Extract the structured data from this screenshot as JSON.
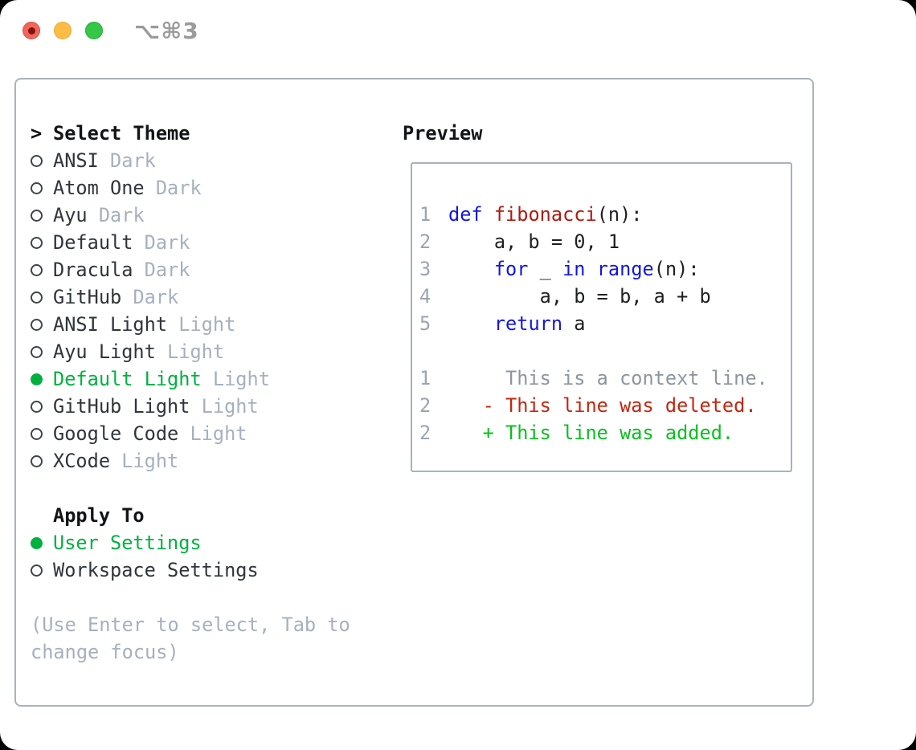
{
  "window": {
    "title": "⌥⌘3",
    "traffic_lights": [
      {
        "name": "close",
        "color": "#f2655a",
        "dot": "#7e150f"
      },
      {
        "name": "minimize",
        "color": "#fcbd42"
      },
      {
        "name": "zoom",
        "color": "#34c748"
      }
    ]
  },
  "theme_list": {
    "prompt": ">",
    "header": "Select Theme",
    "items": [
      {
        "name": "ANSI",
        "variant": "Dark",
        "selected": false
      },
      {
        "name": "Atom One",
        "variant": "Dark",
        "selected": false
      },
      {
        "name": "Ayu",
        "variant": "Dark",
        "selected": false
      },
      {
        "name": "Default",
        "variant": "Dark",
        "selected": false
      },
      {
        "name": "Dracula",
        "variant": "Dark",
        "selected": false
      },
      {
        "name": "GitHub",
        "variant": "Dark",
        "selected": false
      },
      {
        "name": "ANSI Light",
        "variant": "Light",
        "selected": false
      },
      {
        "name": "Ayu Light",
        "variant": "Light",
        "selected": false
      },
      {
        "name": "Default Light",
        "variant": "Light",
        "selected": true
      },
      {
        "name": "GitHub Light",
        "variant": "Light",
        "selected": false
      },
      {
        "name": "Google Code",
        "variant": "Light",
        "selected": false
      },
      {
        "name": "XCode",
        "variant": "Light",
        "selected": false
      }
    ]
  },
  "apply_to": {
    "header": "Apply To",
    "options": [
      {
        "name": "User Settings",
        "selected": true
      },
      {
        "name": "Workspace Settings",
        "selected": false
      }
    ]
  },
  "help_lines": [
    "(Use Enter to select, Tab to",
    "change focus)"
  ],
  "preview": {
    "header": "Preview",
    "code_lines": [
      {
        "num": "1",
        "tokens": [
          {
            "text": "def",
            "type": "keyword"
          },
          {
            "text": " ",
            "type": "plain"
          },
          {
            "text": "fibonacci",
            "type": "function"
          },
          {
            "text": "(n):",
            "type": "plain"
          }
        ]
      },
      {
        "num": "2",
        "tokens": [
          {
            "text": "    a, b = 0, 1",
            "type": "plain"
          }
        ]
      },
      {
        "num": "3",
        "tokens": [
          {
            "text": "    ",
            "type": "plain"
          },
          {
            "text": "for",
            "type": "keyword"
          },
          {
            "text": " _ ",
            "type": "plain"
          },
          {
            "text": "in",
            "type": "keyword"
          },
          {
            "text": " ",
            "type": "plain"
          },
          {
            "text": "range",
            "type": "keyword"
          },
          {
            "text": "(n):",
            "type": "plain"
          }
        ]
      },
      {
        "num": "4",
        "tokens": [
          {
            "text": "        a, b = b, a + b",
            "type": "plain"
          }
        ]
      },
      {
        "num": "5",
        "tokens": [
          {
            "text": "    ",
            "type": "plain"
          },
          {
            "text": "return",
            "type": "keyword"
          },
          {
            "text": " a",
            "type": "plain"
          }
        ]
      }
    ],
    "diff_lines": [
      {
        "num": "1",
        "type": "context",
        "text": "     This is a context line."
      },
      {
        "num": "2",
        "type": "deleted",
        "text": "   - This line was deleted."
      },
      {
        "num": "2",
        "type": "added",
        "text": "   + This line was added."
      }
    ]
  },
  "colors": {
    "selection_green": "#00b140",
    "added_green": "#0abf1f",
    "deleted_red": "#c3260e",
    "keyword_blue": "#1316e0",
    "function_red": "#b0190f",
    "context_gray": "#8d959e",
    "line_number_gray": "#9aa4b2",
    "muted_gray": "#a6b0be",
    "border_gray": "#a9b2bd"
  }
}
